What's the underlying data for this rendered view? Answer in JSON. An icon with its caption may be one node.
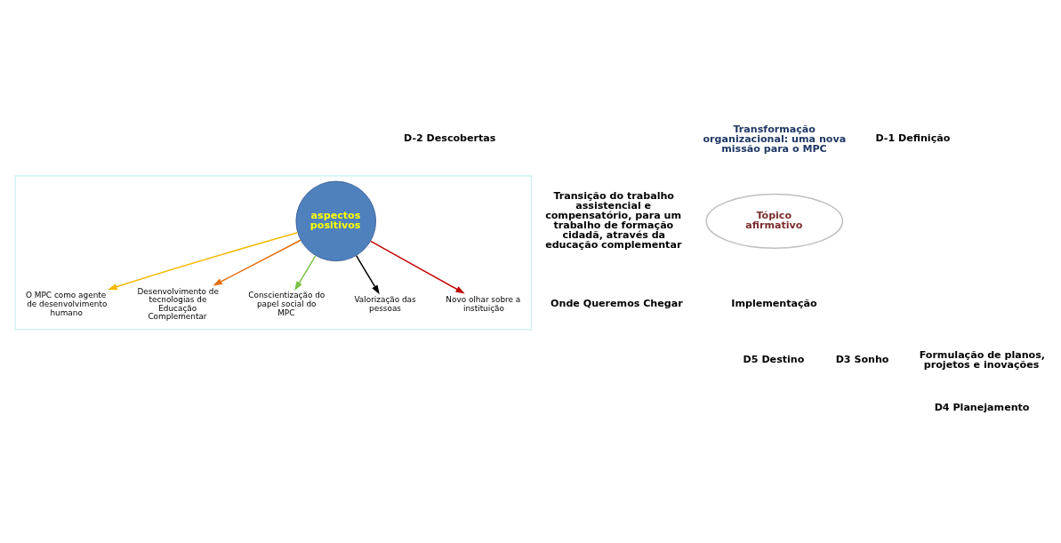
{
  "diagram": {
    "nodes": [
      {
        "text": [],
        "shape": "box"
      },
      {
        "text": [
          "aspectos positivos"
        ],
        "in": 0
      },
      {
        "text": [
          "O MPC como agente de desenvolvimento humano"
        ],
        "in": 0
      },
      {
        "text": [
          "Desenvolvimento de tecnologias de Educação Complementar"
        ],
        "in": 0
      },
      {
        "text": [
          "Conscientização do papel social do MPC"
        ],
        "in": 0
      },
      {
        "text": [
          "Valorização das pessoas"
        ],
        "in": 0
      },
      {
        "text": [
          "Novo olhar sobre a instituição"
        ],
        "in": 0
      },
      {
        "text": [
          "Tópico afirmativo"
        ]
      }
    ],
    "edges": [
      {
        "from": 1,
        "to": 2,
        "arrow": "to",
        "color": "#f5b800"
      },
      {
        "from": 1,
        "to": 3,
        "arrow": "to",
        "color": "#e36c09"
      },
      {
        "from": 1,
        "to": 4,
        "arrow": "to",
        "color": "#7ac143"
      },
      {
        "from": 1,
        "to": 5,
        "arrow": "to",
        "color": "#000000"
      },
      {
        "from": 1,
        "to": 6,
        "arrow": "to",
        "color": "#c00000"
      }
    ],
    "labels": [
      "D-2 Descobertas",
      "Transformação organizacional: uma nova missão para o MPC",
      "D-1 Definição",
      "Transição do trabalho assistencial e compensatório, para um trabalho de formação cidadã, através da educação complementar",
      "Onde Queremos Chegar",
      "D3 Sonho",
      "Implementação",
      "D5 Destino",
      "Formulação de planos, projetos e inovações",
      "D4 Planejamento"
    ]
  }
}
